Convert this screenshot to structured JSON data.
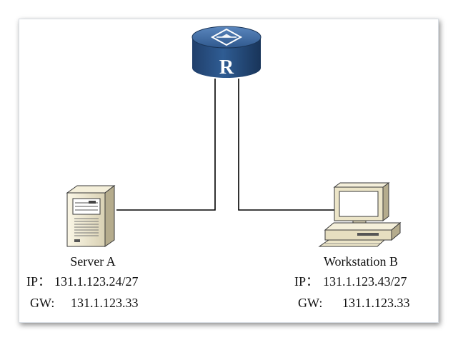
{
  "router": {
    "letter": "R",
    "icon": "router-icon"
  },
  "server": {
    "name": "Server A",
    "ip_label": "IP：",
    "ip": "131.1.123.24/27",
    "gw_label": "GW:",
    "gw": "131.1.123.33",
    "icon": "server-icon"
  },
  "workstation": {
    "name": "Workstation B",
    "ip_label": "IP：",
    "ip": "131.1.123.43/27",
    "gw_label": "GW:",
    "gw": "131.1.123.33",
    "icon": "workstation-icon"
  },
  "colors": {
    "router_top": "#3b6ba3",
    "router_side": "#1d3f6e",
    "line": "#000000",
    "device_body": "#f0ead2"
  }
}
